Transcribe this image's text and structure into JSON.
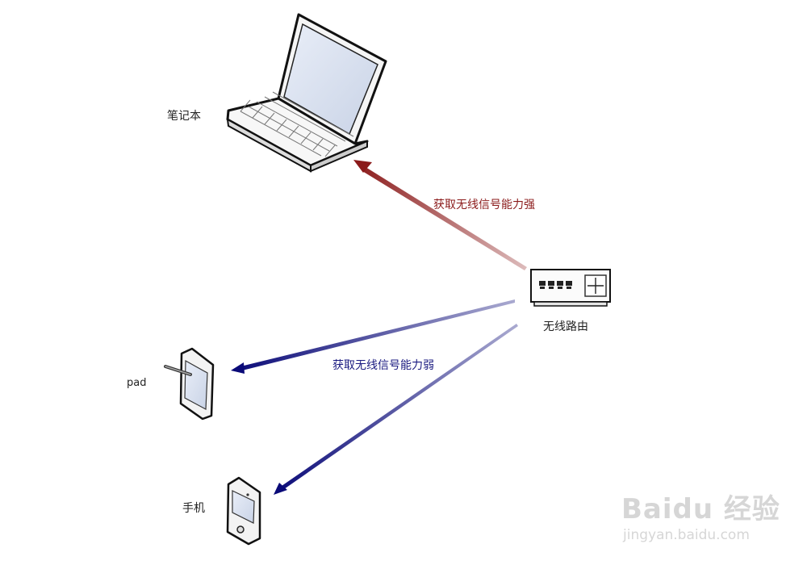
{
  "devices": {
    "laptop": "笔记本",
    "router": "无线路由",
    "pad": "pad",
    "phone": "手机"
  },
  "signals": {
    "strong": "获取无线信号能力强",
    "weak": "获取无线信号能力弱"
  },
  "colors": {
    "strong": "#8b1a1a",
    "weak": "#0a0a78"
  },
  "watermark": {
    "brand": "Baidu 经验",
    "url": "jingyan.baidu.com"
  }
}
